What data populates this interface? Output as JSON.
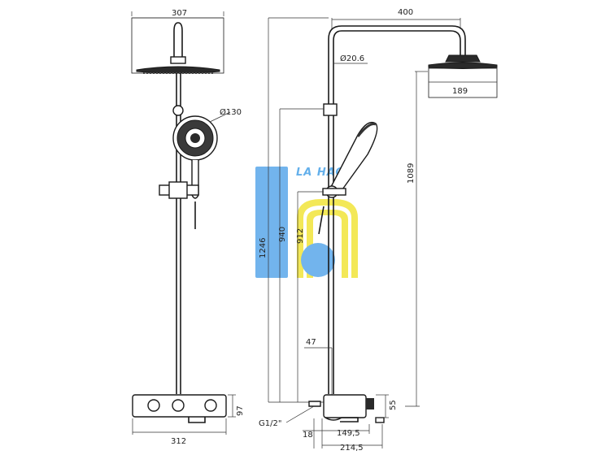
{
  "dimensions": {
    "overhead_width_front": "307",
    "handshower_diameter": "Ø130",
    "mixer_width": "312",
    "mixer_height_front": "97",
    "arm_reach": "400",
    "pipe_diameter": "Ø20.6",
    "overhead_diameter_side": "189",
    "height_1089": "1089",
    "height_1246": "1246",
    "height_940": "940",
    "height_912": "912",
    "offset_47": "47",
    "mixer_height_side": "55",
    "inlet_thread": "G1/2\"",
    "wall_18": "18",
    "depth_149_5": "149,5",
    "depth_214_5": "214,5"
  },
  "watermark": {
    "text": "LA HAO",
    "colors": {
      "blue": "#5aa8ea",
      "yellow": "#f2e53a",
      "dark_blue": "#2f7fd6"
    }
  }
}
